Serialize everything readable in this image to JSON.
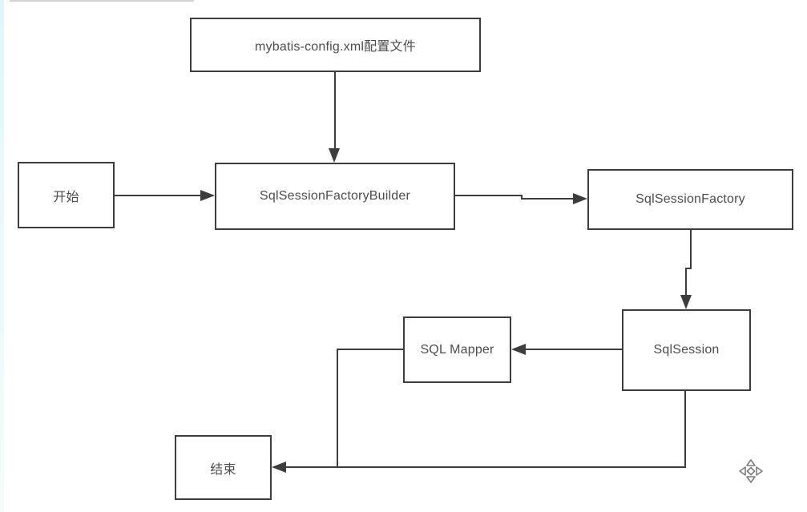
{
  "diagram": {
    "type": "flowchart",
    "background": "#ffffff",
    "colors": {
      "line": "#3d3d3d",
      "node_border": "#3d3d3d",
      "node_fill": "#ffffff",
      "text": "#4d4d4d",
      "move_icon": "#7d7d7d"
    },
    "nodes": {
      "config": {
        "label": "mybatis-config.xml配置文件"
      },
      "start": {
        "label": "开始"
      },
      "builder": {
        "label": "SqlSessionFactoryBuilder"
      },
      "factory": {
        "label": "SqlSessionFactory"
      },
      "session": {
        "label": "SqlSession"
      },
      "mapper": {
        "label": "SQL Mapper"
      },
      "end": {
        "label": "结束"
      }
    },
    "edges": [
      {
        "from": "config",
        "to": "builder",
        "style": "arrow-down"
      },
      {
        "from": "start",
        "to": "builder",
        "style": "arrow-right"
      },
      {
        "from": "builder",
        "to": "factory",
        "style": "arrow-right-with-step"
      },
      {
        "from": "factory",
        "to": "session",
        "style": "arrow-down-with-jog"
      },
      {
        "from": "session",
        "to": "mapper",
        "style": "arrow-left"
      },
      {
        "from": "session",
        "to": "end",
        "style": "arrow-left-elbow"
      },
      {
        "from": "mapper",
        "to": "end",
        "style": "elbow-join"
      }
    ],
    "icons": {
      "bottom_right": "move-pan-handle"
    }
  }
}
